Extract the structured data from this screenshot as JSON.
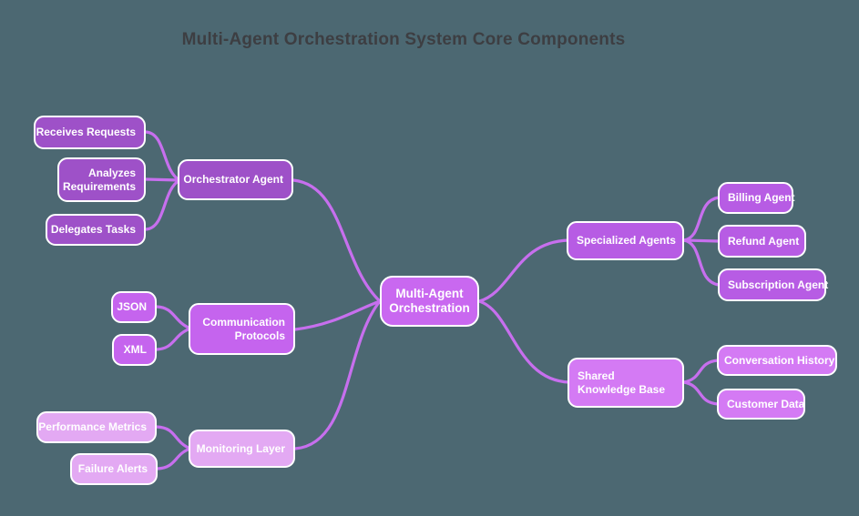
{
  "title": "Multi-Agent Orchestration System Core Components",
  "colors": {
    "background": "#4c6872",
    "title_text": "#3d3e42",
    "edge": "#c76fee",
    "node_border": "#ffffff",
    "node_text": "#ffffff",
    "central_fill": "#c968f0",
    "orchestrator_fill": "#9e51c8",
    "communication_fill": "#c564ee",
    "monitoring_fill": "#e3a9f3",
    "specialized_fill": "#b75ce4",
    "knowledge_fill": "#d47af4"
  },
  "mindmap": {
    "type": "mindmap",
    "root": "Multi-Agent Orchestration",
    "branches": [
      {
        "label": "Orchestrator Agent",
        "side": "left",
        "children": [
          "Receives Requests",
          "Analyzes Requirements",
          "Delegates Tasks"
        ]
      },
      {
        "label": "Communication Protocols",
        "side": "left",
        "children": [
          "JSON",
          "XML"
        ]
      },
      {
        "label": "Monitoring Layer",
        "side": "left",
        "children": [
          "Performance Metrics",
          "Failure Alerts"
        ]
      },
      {
        "label": "Specialized Agents",
        "side": "right",
        "children": [
          "Billing Agent",
          "Refund Agent",
          "Subscription Agent"
        ]
      },
      {
        "label": "Shared Knowledge Base",
        "side": "right",
        "children": [
          "Conversation History",
          "Customer Data"
        ]
      }
    ]
  }
}
